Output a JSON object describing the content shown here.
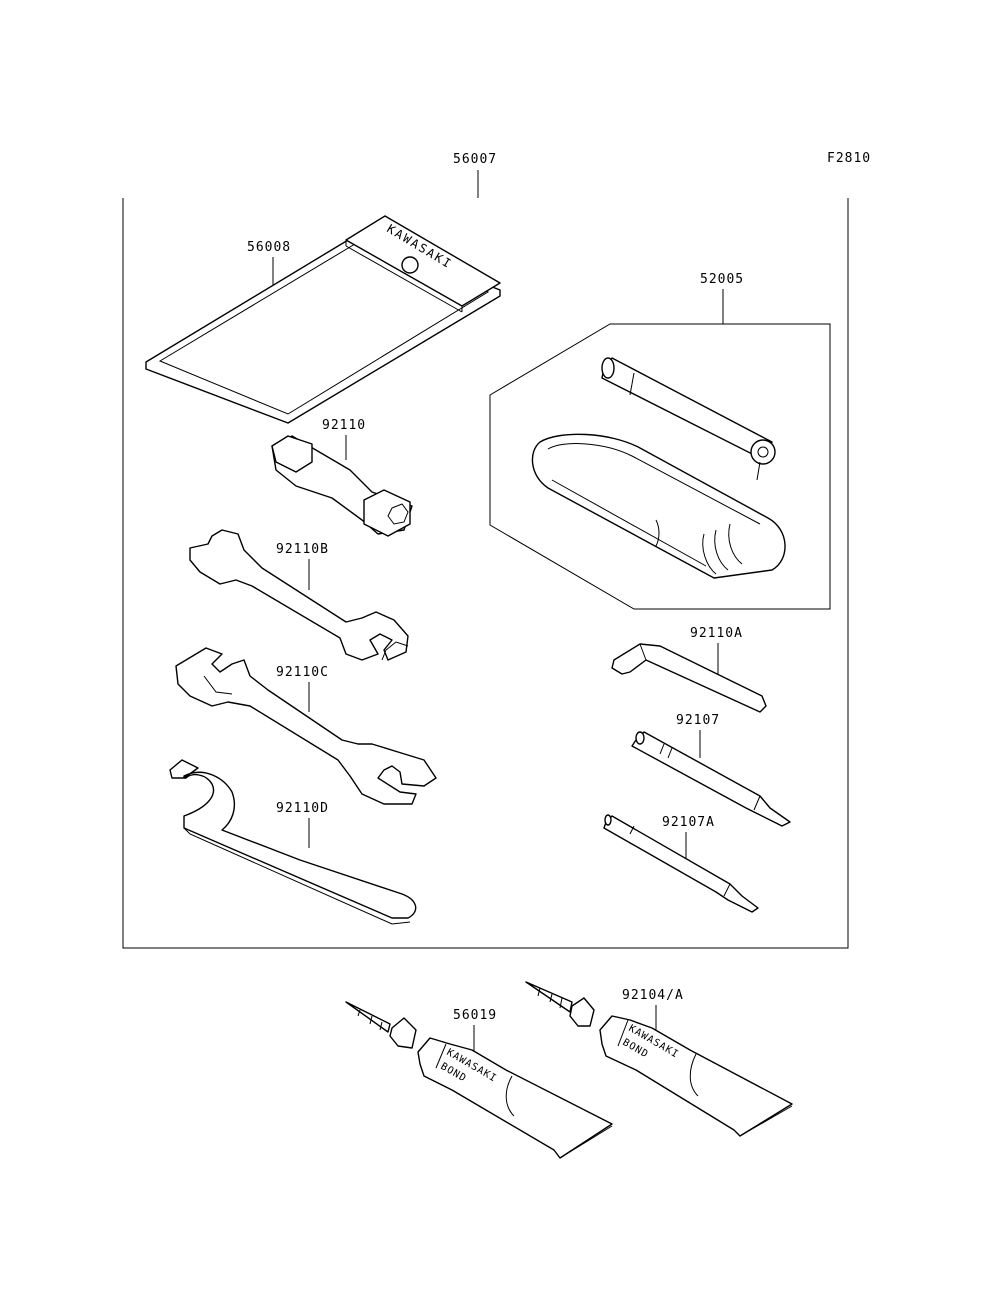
{
  "figure_code": "F2810",
  "parts": {
    "kit": "56007",
    "pouch": "56008",
    "grease_kit": "52005",
    "plug_wrench": "92110",
    "wrench_b": "92110B",
    "wrench_c": "92110C",
    "hook_wrench": "92110D",
    "hex_key": "92110A",
    "screwdriver_bit": "92107",
    "screwdriver_bit_a": "92107A",
    "bond_a": "56019",
    "bond_b": "92104/A"
  },
  "branding": {
    "pouch_text": "KAWASAKI",
    "tube_brand": "KAWASAKI",
    "tube_label": "BOND"
  }
}
